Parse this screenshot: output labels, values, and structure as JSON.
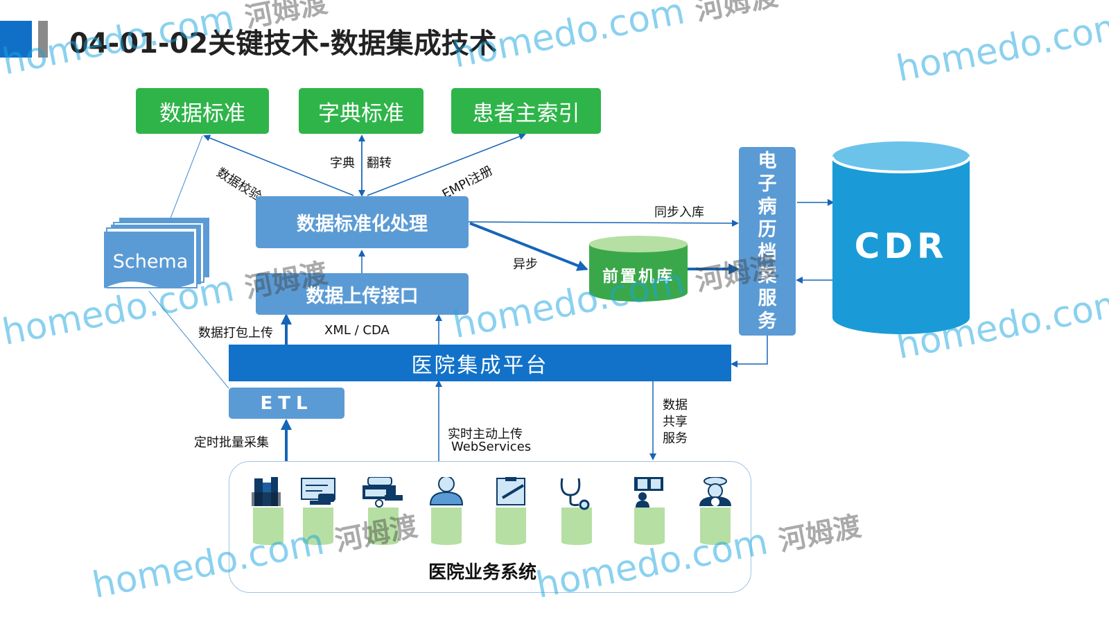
{
  "title": "04-01-02关键技术-数据集成技术",
  "boxes": {
    "data_standard": "数据标准",
    "dict_standard": "字典标准",
    "empi": "患者主索引",
    "standardize": "数据标准化处理",
    "upload_interface": "数据上传接口",
    "schema": "Schema",
    "front_db": "前置机库",
    "emr_service": [
      "电",
      "子",
      "病",
      "历",
      "档",
      "案",
      "服",
      "务"
    ],
    "cdr": "CDR",
    "platform": "医院集成平台",
    "etl": "ETL",
    "business_systems": "医院业务系统"
  },
  "edge_labels": {
    "validate": "数据校验",
    "dict": "字典",
    "flip": "翻转",
    "empi_reg": "EMPI注册",
    "sync_in": "同步入库",
    "async": "异步",
    "pack_upload": "数据打包上传",
    "xml_cda": "XML / CDA",
    "batch_collect": "定时批量采集",
    "realtime_upload": "实时主动上传",
    "webservices": "WebServices",
    "share_1": "数据",
    "share_2": "共享",
    "share_3": "服务"
  },
  "icons": [
    "lab-tubes-icon",
    "computer-stamp-icon",
    "printer-icon",
    "doctor-icon",
    "clipboard-icon",
    "stethoscope-icon",
    "xray-viewer-icon",
    "pharmacist-icon"
  ],
  "watermark": {
    "brand": "homedo",
    "suffix": ".com",
    "cn": "河姆渡"
  },
  "colors": {
    "green": "#2fb44a",
    "light_blue": "#5b9bd5",
    "platform_blue": "#1272c9",
    "cdr_blue": "#1a9bd7",
    "arrow_blue": "#1565b8",
    "cylinder_green": "#b6dfa3"
  }
}
